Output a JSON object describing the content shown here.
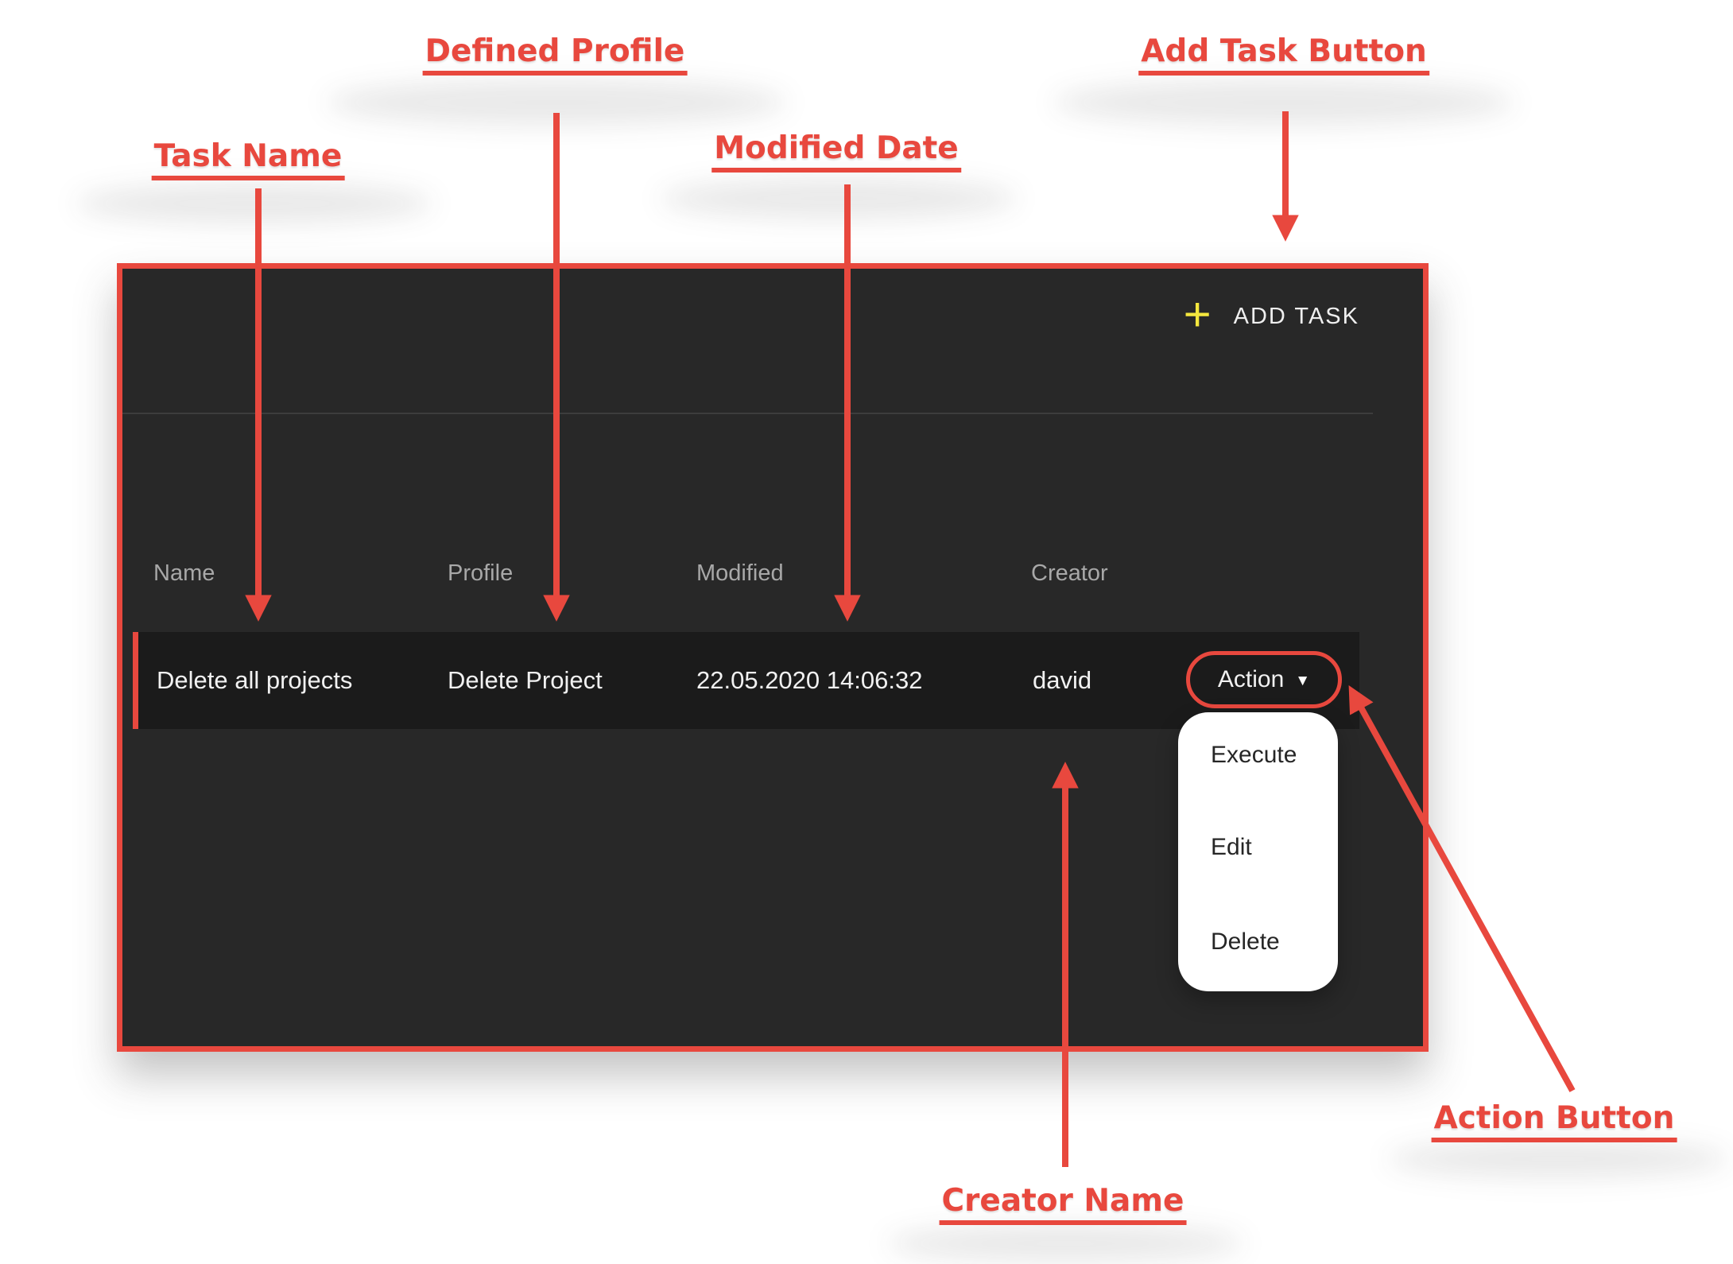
{
  "annotations": {
    "task_name": "Task Name",
    "defined_profile": "Defined Profile",
    "modified_date": "Modified Date",
    "add_task_button": "Add Task Button",
    "creator_name": "Creator Name",
    "action_button": "Action Button"
  },
  "panel": {
    "add_task": {
      "label": "ADD TASK"
    },
    "table": {
      "headers": [
        "Name",
        "Profile",
        "Modified",
        "Creator"
      ],
      "rows": [
        {
          "name": "Delete all projects",
          "profile": "Delete Project",
          "modified": "22.05.2020 14:06:32",
          "creator": "david",
          "action_label": "Action"
        }
      ]
    },
    "action_menu": {
      "items": [
        "Execute",
        "Edit",
        "Delete"
      ]
    }
  },
  "icons": {
    "plus": "+",
    "caret_down": "▼"
  },
  "colors": {
    "accent-red": "#e8483e",
    "accent-yellow": "#f4e73e",
    "panel-bg": "#282828",
    "row-bg": "#1b1b1b"
  }
}
